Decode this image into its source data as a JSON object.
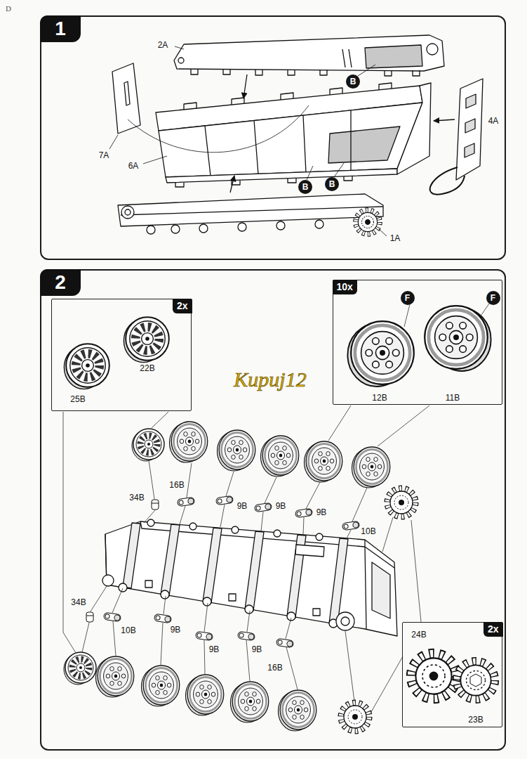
{
  "diagram": {
    "nodes": [
      {
        "text": [
          "1"
        ]
      },
      {
        "text": [
          "B"
        ],
        "in": 0
      },
      {
        "text": [
          "B"
        ],
        "in": 0
      },
      {
        "text": [
          "B"
        ],
        "in": 0
      },
      {
        "text": [
          "2"
        ]
      },
      {
        "text": [
          "2x"
        ],
        "in": 4
      },
      {
        "text": [
          "10x"
        ],
        "in": 4
      },
      {
        "text": [
          "F"
        ],
        "in": 6
      },
      {
        "text": [
          "F"
        ],
        "in": 6
      },
      {
        "text": [
          "2x"
        ],
        "in": 4
      }
    ],
    "labels": [
      "D",
      "2A",
      "7A",
      "6A",
      "4A",
      "1A",
      "25B",
      "22B",
      "12B",
      "11B",
      "Kupuj12",
      "34B",
      "16B",
      "9B",
      "9B",
      "9B",
      "10B",
      "34B",
      "10B",
      "9B",
      "9B",
      "9B",
      "16B",
      "24B",
      "23B"
    ]
  }
}
